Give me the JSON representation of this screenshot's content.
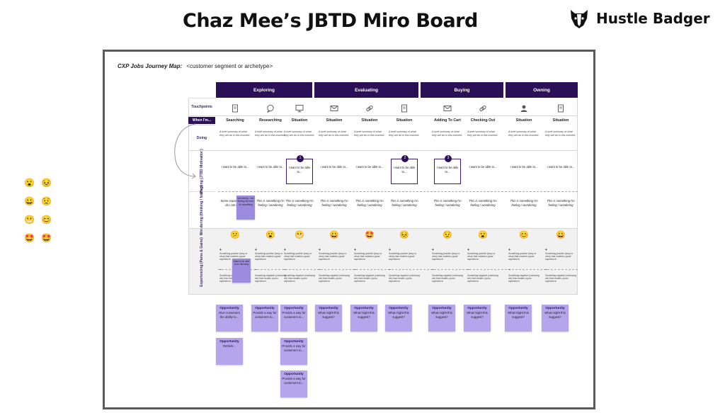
{
  "header": {
    "title": "Chaz Mee’s JBTD Miro Board",
    "brand_name": "Hustle Badger"
  },
  "map": {
    "title_bold": "CXP Jobs Journey Map:",
    "title_placeholder": "<customer segment or archetype>"
  },
  "phases": [
    "Exploring",
    "Evaluating",
    "Buying",
    "Owning"
  ],
  "row_labels": {
    "touchpoints": "Touchpoints",
    "when": "When I'm...",
    "doing": "Doing",
    "wanting": "Wanting (JTBD Motivation)",
    "wondering": "Wondering (thinking / feeling)",
    "experiencing": "Experiencing (Pains & Gains)"
  },
  "columns": [
    {
      "icon": "document-icon",
      "step": "Searching",
      "doing": "A brief summary of what they are do in this moment.",
      "want": "I want to be able to...",
      "badge": "",
      "wonder": "Some expansion what do I am feeling",
      "emoji": "😕",
      "pos": "Something positive (easy or clear) that created a good experience.",
      "neg": "Something negative (confusing etc) that creates a poor experience."
    },
    {
      "icon": "speech-bubble-icon",
      "step": "Researching",
      "doing": "A brief summary of what they are do in this moment.",
      "want": "I want to be able to...",
      "badge": "",
      "wonder": "This is something I'm feeling / wondering",
      "emoji": "😮",
      "pos": "Something positive (easy or clear) that created a good experience.",
      "neg": "Something negative (confusing etc) that creates a poor experience."
    },
    {
      "icon": "monitor-icon",
      "step": "Situation",
      "doing": "A brief summary of what they are do in this moment.",
      "want": "I want to be able to...",
      "badge": "1",
      "wonder": "This is something I'm feeling / wondering",
      "emoji": "😬",
      "pos": "Something positive (easy or clear) that created a good experience.",
      "neg": "Something negative (confusing etc) that creates a poor experience."
    },
    {
      "icon": "envelope-icon",
      "step": "Situation",
      "doing": "A brief summary of what they are do in this moment.",
      "want": "I want to be able to...",
      "badge": "",
      "wonder": "This is something I'm feeling / wondering",
      "emoji": "😀",
      "pos": "Something positive (easy or clear) that created a good experience.",
      "neg": "Something negative (confusing etc) that creates a poor experience."
    },
    {
      "icon": "link-icon",
      "step": "Situation",
      "doing": "A brief summary of what they are do in this moment.",
      "want": "I want to be able to...",
      "badge": "",
      "wonder": "This is something I'm feeling / wondering",
      "emoji": "🤩",
      "pos": "Something positive (easy or clear) that created a good experience.",
      "neg": "Something negative (confusing etc) that creates a poor experience."
    },
    {
      "icon": "document-icon",
      "step": "Situation",
      "doing": "A brief summary of what they are do in this moment.",
      "want": "I want to be able to...",
      "badge": "2",
      "wonder": "This is something I'm feeling / wondering",
      "emoji": "😣",
      "pos": "Something positive (easy or clear) that created a good experience.",
      "neg": "Something negative (confusing etc) that creates a poor experience."
    },
    {
      "icon": "envelope-icon",
      "step": "Adding To Cart",
      "doing": "A brief summary of what they are do in this moment.",
      "want": "I want to be able to...",
      "badge": "3",
      "wonder": "This is something I'm feeling / wondering",
      "emoji": "😟",
      "pos": "Something positive (easy or clear) that created a good experience.",
      "neg": "Something negative (confusing etc) that creates a poor experience."
    },
    {
      "icon": "link-icon",
      "step": "Checking Out",
      "doing": "A brief summary of what they are do in this moment.",
      "want": "I want to be able to...",
      "badge": "",
      "wonder": "This is something I'm feeling / wondering",
      "emoji": "😮",
      "pos": "Something positive (easy or clear) that created a good experience.",
      "neg": "Something negative (confusing etc) that creates a poor experience."
    },
    {
      "icon": "person-icon",
      "step": "Situation",
      "doing": "A brief summary of what they are do in this moment.",
      "want": "I want to be able to...",
      "badge": "",
      "wonder": "This is something I'm feeling / wondering",
      "emoji": "😊",
      "pos": "Something positive (easy or clear) that created a good experience.",
      "neg": "Something negative (confusing etc) that creates a poor experience."
    },
    {
      "icon": "document-icon",
      "step": "Situation",
      "doing": "A brief summary of what they are do in this moment.",
      "want": "I want to be able to...",
      "badge": "",
      "wonder": "This is something I'm feeling / wondering",
      "emoji": "😀",
      "pos": "Something positive (easy or clear) that created a good experience.",
      "neg": "Something negative (confusing etc) that creates a poor experience."
    }
  ],
  "tiny_notes": [
    "Wondering. I am feeling the need for something",
    "Want to be able to do the thing"
  ],
  "opportunities": [
    {
      "col": 0,
      "row": 0,
      "title": "Opportunity",
      "text": "Give customers the ability to..."
    },
    {
      "col": 1,
      "row": 0,
      "title": "Opportunity",
      "text": "Provide a way for customers to..."
    },
    {
      "col": 2,
      "row": 0,
      "title": "Opportunity",
      "text": "Provide a way for customers to..."
    },
    {
      "col": 3,
      "row": 0,
      "title": "Opportunity",
      "text": "What might this suggest?"
    },
    {
      "col": 4,
      "row": 0,
      "title": "Opportunity",
      "text": "What might this suggest?"
    },
    {
      "col": 5,
      "row": 0,
      "title": "Opportunity",
      "text": "What might this suggest?"
    },
    {
      "col": 6,
      "row": 0,
      "title": "Opportunity",
      "text": "What might this suggest?"
    },
    {
      "col": 7,
      "row": 0,
      "title": "Opportunity",
      "text": "What might this suggest?"
    },
    {
      "col": 8,
      "row": 0,
      "title": "Opportunity",
      "text": "What might this suggest?"
    },
    {
      "col": 9,
      "row": 0,
      "title": "Opportunity",
      "text": "What might this suggest?"
    },
    {
      "col": 0,
      "row": 1,
      "title": "Opportunity",
      "text": "Rethink..."
    },
    {
      "col": 2,
      "row": 1,
      "title": "Opportunity",
      "text": "Provide a way for customers to..."
    },
    {
      "col": 2,
      "row": 2,
      "title": "Opportunity",
      "text": "Provide a way for customers to..."
    }
  ],
  "emoji_palette": [
    "😮",
    "😣",
    "😀",
    "😟",
    "😬",
    "😊",
    "🤩",
    "🤩"
  ]
}
